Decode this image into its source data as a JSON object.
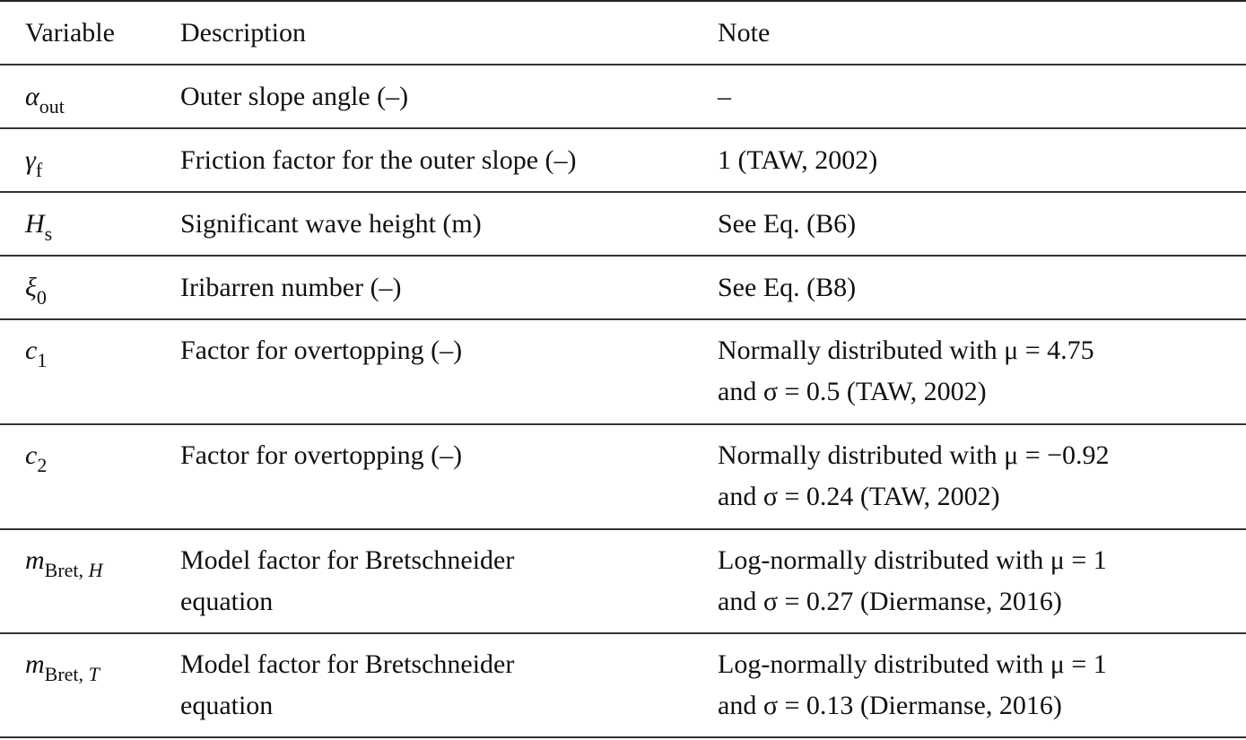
{
  "header": {
    "variable": "Variable",
    "description": "Description",
    "note": "Note"
  },
  "rows": [
    {
      "symbol": "α",
      "sub": "out",
      "desc": [
        "Outer slope angle (–)"
      ],
      "note": [
        "–"
      ]
    },
    {
      "symbol": "γ",
      "sub": "f",
      "desc": [
        "Friction factor for the outer slope (–)"
      ],
      "note": [
        "1 (TAW, 2002)"
      ]
    },
    {
      "symbol": "H",
      "sub": "s",
      "desc": [
        "Significant wave height (m)"
      ],
      "note": [
        "See Eq. (B6)"
      ]
    },
    {
      "symbol": "ξ",
      "sub": "0",
      "desc": [
        "Iribarren number (–)"
      ],
      "note": [
        "See Eq. (B8)"
      ]
    },
    {
      "symbol": "c",
      "sub": "1",
      "desc": [
        "Factor for overtopping (–)"
      ],
      "note": [
        "Normally distributed with μ = 4.75",
        "and σ = 0.5 (TAW, 2002)"
      ]
    },
    {
      "symbol": "c",
      "sub": "2",
      "desc": [
        "Factor for overtopping (–)"
      ],
      "note": [
        "Normally distributed with μ = −0.92",
        "and σ = 0.24 (TAW, 2002)"
      ]
    },
    {
      "symbol": "m",
      "sub": "Bret,",
      "sub_italic": "H",
      "desc": [
        "Model factor for Bretschneider",
        "equation"
      ],
      "note": [
        "Log-normally distributed with μ = 1",
        "and σ = 0.27 (Diermanse, 2016)"
      ]
    },
    {
      "symbol": "m",
      "sub": "Bret,",
      "sub_italic": "T",
      "desc": [
        "Model factor for Bretschneider",
        "equation"
      ],
      "note": [
        "Log-normally distributed with μ = 1",
        "and σ = 0.13 (Diermanse, 2016)"
      ]
    }
  ]
}
